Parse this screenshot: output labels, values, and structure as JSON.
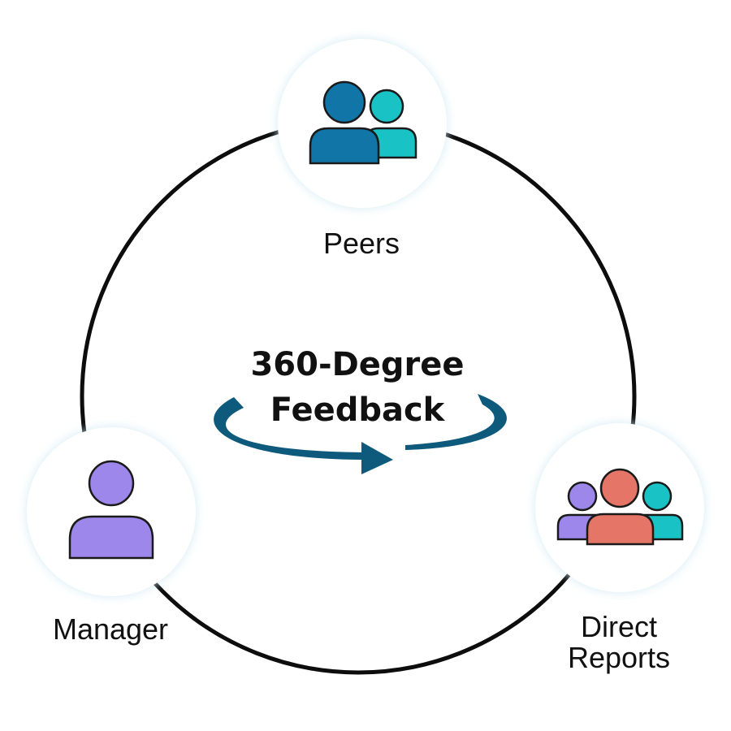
{
  "title": {
    "line1": "360-Degree",
    "line2": "Feedback"
  },
  "nodes": {
    "peers": {
      "label": "Peers"
    },
    "manager": {
      "label": "Manager"
    },
    "direct_reports": {
      "label_line1": "Direct",
      "label_line2": "Reports"
    }
  },
  "colors": {
    "ring": "#0d0d0d",
    "arrow": "#0e5a7c",
    "peer_primary": "#1175a8",
    "peer_secondary": "#19c2c4",
    "manager": "#9d87ea",
    "report_center": "#e57566",
    "report_left": "#9d87ea",
    "report_right": "#19c2c4",
    "icon_outline": "#1a1a1a",
    "node_fill": "#ffffff",
    "node_glow": "#eef7fb"
  },
  "icons": {
    "peers": "two-people-icon",
    "manager": "single-person-icon",
    "direct_reports": "three-people-icon",
    "cycle": "circular-arrow-icon"
  }
}
